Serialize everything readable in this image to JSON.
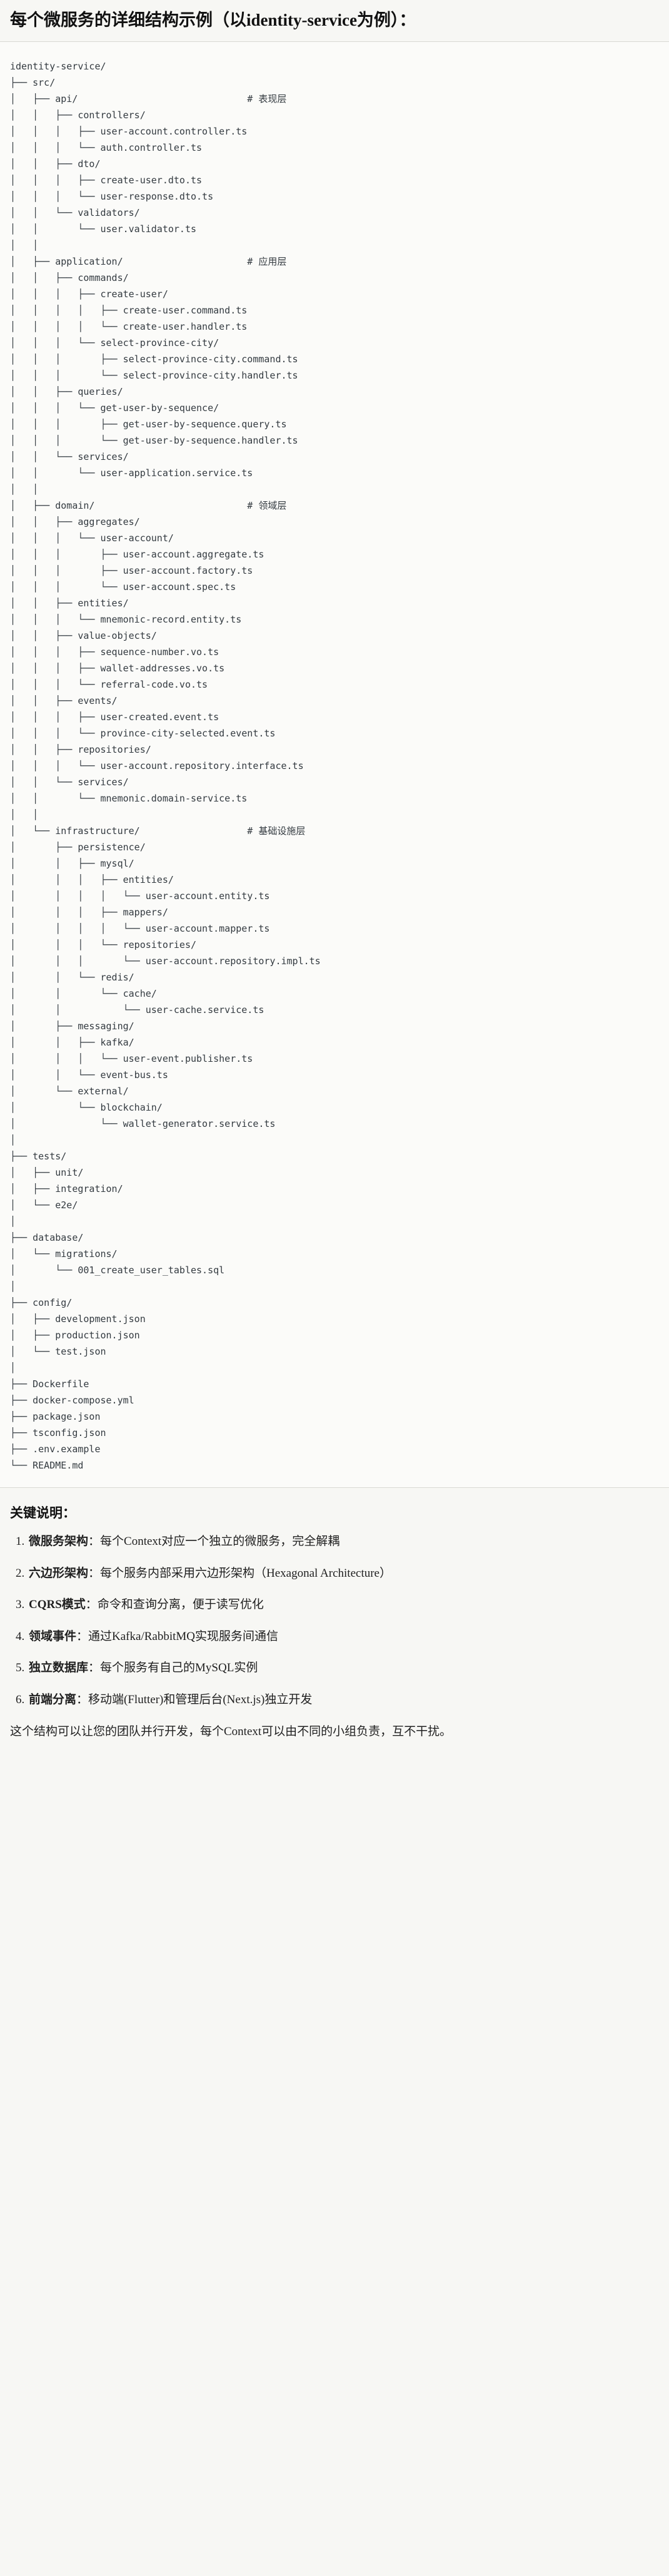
{
  "document": {
    "title": "每个微服务的详细结构示例（以identity-service为例）：",
    "tree_text": "identity-service/\n├── src/\n│   ├── api/                              # 表现层\n│   │   ├── controllers/\n│   │   │   ├── user-account.controller.ts\n│   │   │   └── auth.controller.ts\n│   │   ├── dto/\n│   │   │   ├── create-user.dto.ts\n│   │   │   └── user-response.dto.ts\n│   │   └── validators/\n│   │       └── user.validator.ts\n│   │\n│   ├── application/                      # 应用层\n│   │   ├── commands/\n│   │   │   ├── create-user/\n│   │   │   │   ├── create-user.command.ts\n│   │   │   │   └── create-user.handler.ts\n│   │   │   └── select-province-city/\n│   │   │       ├── select-province-city.command.ts\n│   │   │       └── select-province-city.handler.ts\n│   │   ├── queries/\n│   │   │   └── get-user-by-sequence/\n│   │   │       ├── get-user-by-sequence.query.ts\n│   │   │       └── get-user-by-sequence.handler.ts\n│   │   └── services/\n│   │       └── user-application.service.ts\n│   │\n│   ├── domain/                           # 领域层\n│   │   ├── aggregates/\n│   │   │   └── user-account/\n│   │   │       ├── user-account.aggregate.ts\n│   │   │       ├── user-account.factory.ts\n│   │   │       └── user-account.spec.ts\n│   │   ├── entities/\n│   │   │   └── mnemonic-record.entity.ts\n│   │   ├── value-objects/\n│   │   │   ├── sequence-number.vo.ts\n│   │   │   ├── wallet-addresses.vo.ts\n│   │   │   └── referral-code.vo.ts\n│   │   ├── events/\n│   │   │   ├── user-created.event.ts\n│   │   │   └── province-city-selected.event.ts\n│   │   ├── repositories/\n│   │   │   └── user-account.repository.interface.ts\n│   │   └── services/\n│   │       └── mnemonic.domain-service.ts\n│   │\n│   └── infrastructure/                   # 基础设施层\n│       ├── persistence/\n│       │   ├── mysql/\n│       │   │   ├── entities/\n│       │   │   │   └── user-account.entity.ts\n│       │   │   ├── mappers/\n│       │   │   │   └── user-account.mapper.ts\n│       │   │   └── repositories/\n│       │   │       └── user-account.repository.impl.ts\n│       │   └── redis/\n│       │       └── cache/\n│       │           └── user-cache.service.ts\n│       ├── messaging/\n│       │   ├── kafka/\n│       │   │   └── user-event.publisher.ts\n│       │   └── event-bus.ts\n│       └── external/\n│           └── blockchain/\n│               └── wallet-generator.service.ts\n│\n├── tests/\n│   ├── unit/\n│   ├── integration/\n│   └── e2e/\n│\n├── database/\n│   └── migrations/\n│       └── 001_create_user_tables.sql\n│\n├── config/\n│   ├── development.json\n│   ├── production.json\n│   └── test.json\n│\n├── Dockerfile\n├── docker-compose.yml\n├── package.json\n├── tsconfig.json\n├── .env.example\n└── README.md",
    "notes_heading": "关键说明：",
    "key_points": [
      {
        "term": "微服务架构",
        "sep": "：",
        "desc": "每个Context对应一个独立的微服务，完全解耦"
      },
      {
        "term": "六边形架构",
        "sep": "：",
        "desc": "每个服务内部采用六边形架构（Hexagonal Architecture）"
      },
      {
        "term": "CQRS模式",
        "sep": "：",
        "desc": "命令和查询分离，便于读写优化"
      },
      {
        "term": "领域事件",
        "sep": "：",
        "desc": "通过Kafka/RabbitMQ实现服务间通信"
      },
      {
        "term": "独立数据库",
        "sep": "：",
        "desc": "每个服务有自己的MySQL实例"
      },
      {
        "term": "前端分离",
        "sep": "：",
        "desc": "移动端(Flutter)和管理后台(Next.js)独立开发"
      }
    ],
    "closing": "这个结构可以让您的团队并行开发，每个Context可以由不同的小组负责，互不干扰。"
  }
}
